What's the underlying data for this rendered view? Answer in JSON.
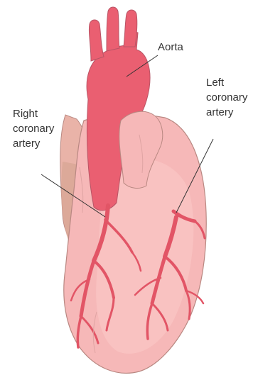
{
  "labels": {
    "aorta": "Aorta",
    "left_coronary_artery": "Left\ncoronary\nartery",
    "right_coronary_artery": "Right\ncoronary\nartery"
  },
  "colors": {
    "heart_fill": "#f6b8b8",
    "aorta_fill": "#ea5f71",
    "artery": "#e25566",
    "atrium": "#d9a796",
    "outline": "#b98882",
    "leader_line": "#333333",
    "text": "#333333"
  }
}
